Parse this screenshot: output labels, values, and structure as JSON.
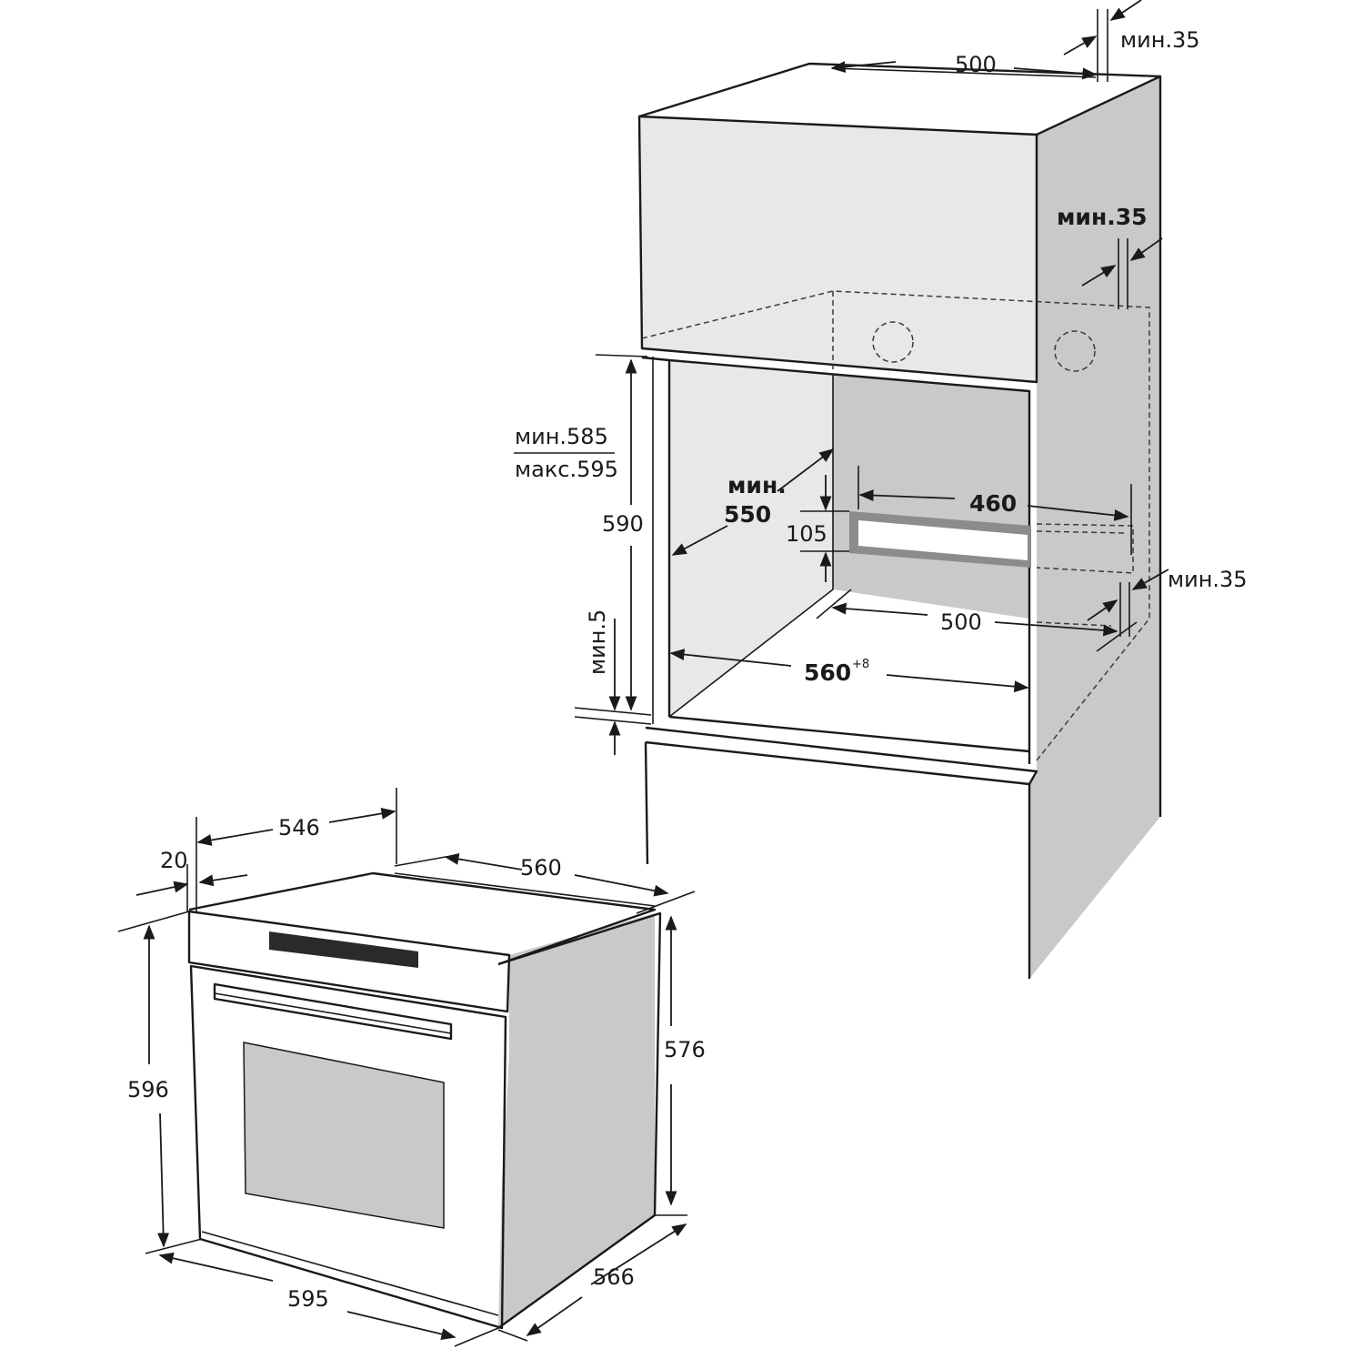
{
  "cabinet": {
    "dims": {
      "top_depth": "500",
      "top_gap": "мин.35",
      "side_gap": "мин.35",
      "right_gap": "мин.35",
      "height_min": "мин.585",
      "height_max": "макс.595",
      "height": "590",
      "depth_min_label": "мин.",
      "depth_min_value": "550",
      "vent_width": "460",
      "vent_height": "105",
      "bottom_depth": "500",
      "width": "560",
      "width_tolerance": "+8",
      "bottom_gap": "мин.5"
    }
  },
  "oven": {
    "dims": {
      "depth": "546",
      "front": "20",
      "width_top": "560",
      "height_front": "596",
      "height_side": "576",
      "width_bottom": "595",
      "depth_bottom": "566"
    }
  }
}
